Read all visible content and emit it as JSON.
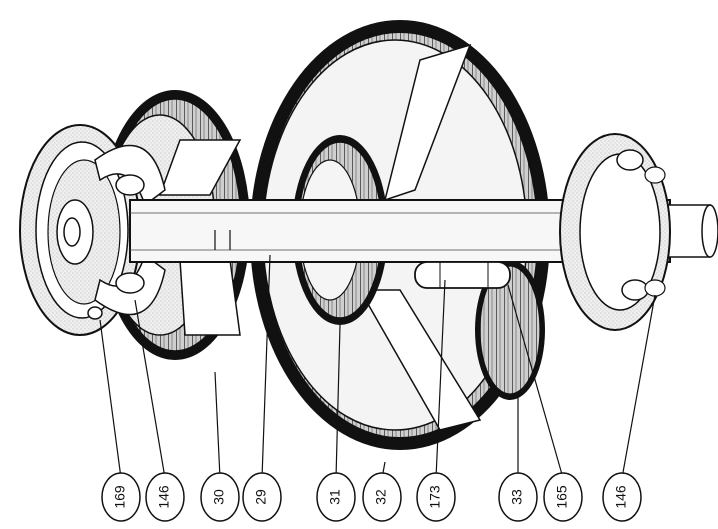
{
  "callouts": [
    {
      "id": "c1",
      "label": "169"
    },
    {
      "id": "c2",
      "label": "146"
    },
    {
      "id": "c3",
      "label": "30"
    },
    {
      "id": "c4",
      "label": "29"
    },
    {
      "id": "c5",
      "label": "31"
    },
    {
      "id": "c6",
      "label": "32"
    },
    {
      "id": "c7",
      "label": "173"
    },
    {
      "id": "c8",
      "label": "33"
    },
    {
      "id": "c9",
      "label": "165"
    },
    {
      "id": "c10",
      "label": "146"
    }
  ],
  "colors": {
    "line": "#111111",
    "shade_light": "#e9e9e9",
    "shade_mid": "#c8c8c8",
    "shade_dark": "#8a8a8a",
    "background": "#ffffff"
  }
}
